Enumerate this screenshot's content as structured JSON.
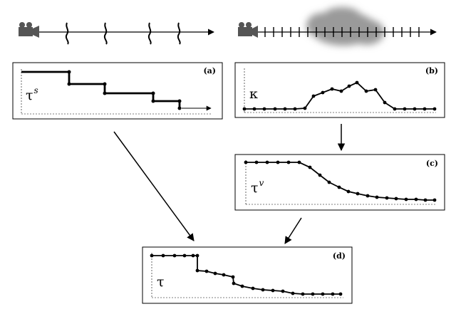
{
  "panels": {
    "a": {
      "label": "(a)",
      "symbol": "τ",
      "superscript": "s"
    },
    "b": {
      "label": "(b)",
      "symbol": "κ",
      "superscript": ""
    },
    "c": {
      "label": "(c)",
      "symbol": "τ",
      "superscript": "v"
    },
    "d": {
      "label": "(d)",
      "symbol": "τ",
      "superscript": ""
    }
  },
  "icons": [
    "camera-icon",
    "camera-icon",
    "fog-cloud-icon"
  ],
  "colors": {
    "ink": "#000000",
    "fog": "#9a9a9a"
  }
}
